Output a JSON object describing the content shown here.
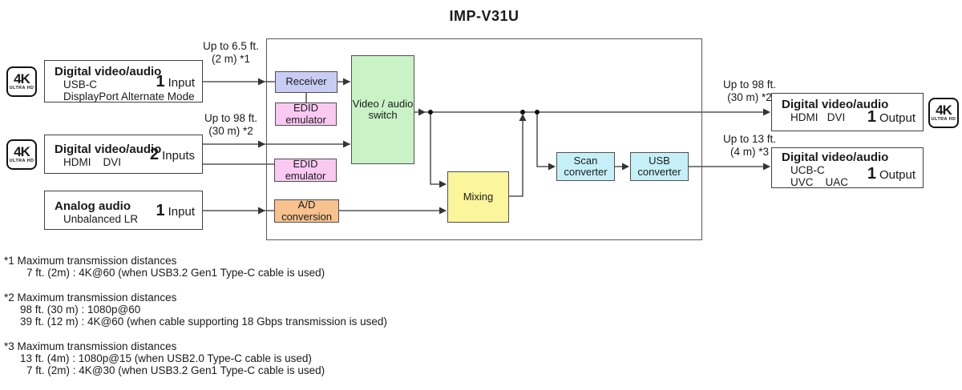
{
  "title": "IMP-V31U",
  "badge_4k": {
    "main": "4K",
    "sub": "ULTRA HD"
  },
  "inputs": [
    {
      "title": "Digital video/audio",
      "sub": [
        "USB-C",
        "DisplayPort Alternate Mode"
      ],
      "count": "1",
      "count_label": "Input"
    },
    {
      "title": "Digital video/audio",
      "sub": [
        "HDMI    DVI"
      ],
      "count": "2",
      "count_label": "Inputs"
    },
    {
      "title": "Analog audio",
      "sub": [
        "Unbalanced LR"
      ],
      "count": "1",
      "count_label": "Input"
    }
  ],
  "outputs": [
    {
      "title": "Digital video/audio",
      "sub": [
        "HDMI   DVI"
      ],
      "count": "1",
      "count_label": "Output"
    },
    {
      "title": "Digital video/audio",
      "sub": [
        "UCB-C",
        "UVC    UAC"
      ],
      "count": "1",
      "count_label": "Output"
    }
  ],
  "distances": {
    "input1": [
      "Up to 6.5 ft.",
      "(2 m) *1"
    ],
    "input2": [
      "Up to 98 ft.",
      "(30 m) *2"
    ],
    "output1": [
      "Up to 98 ft.",
      "(30 m) *2"
    ],
    "output2": [
      "Up to 13 ft.",
      "(4 m) *3"
    ]
  },
  "blocks": {
    "receiver": [
      "Receiver"
    ],
    "edid_emulator_1": [
      "EDID",
      "emulator"
    ],
    "video_audio_switch": [
      "Video / audio",
      "switch"
    ],
    "edid_emulator_2": [
      "EDID",
      "emulator"
    ],
    "ad_conversion": [
      "A/D",
      "conversion"
    ],
    "mixing": [
      "Mixing"
    ],
    "scan_converter": [
      "Scan",
      "converter"
    ],
    "usb_converter": [
      "USB",
      "converter"
    ]
  },
  "footnotes": [
    {
      "header": "*1 Maximum transmission distances",
      "lines": [
        "7 ft. (2m) : 4K@60 (when USB3.2 Gen1 Type-C cable is used)"
      ]
    },
    {
      "header": "*2 Maximum transmission distances",
      "lines": [
        "98 ft. (30 m) : 1080p@60",
        "39 ft. (12 m) : 4K@60 (when cable supporting 18 Gbps transmission is used)"
      ]
    },
    {
      "header": "*3 Maximum transmission distances",
      "lines": [
        "13 ft. (4m) : 1080p@15 (when USB2.0 Type-C cable is used)",
        "7 ft. (2m) : 4K@30 (when USB3.2 Gen1 Type-C cable is used)"
      ]
    }
  ],
  "colors": {
    "line_color": "#333333",
    "receiver_fill": "#c9cdf3",
    "edid_fill": "#f9c9f2",
    "switch_fill": "#c9f3c6",
    "ad_fill": "#f8c28e",
    "mixing_fill": "#fbf59b",
    "converter_fill": "#c6f0f8"
  }
}
